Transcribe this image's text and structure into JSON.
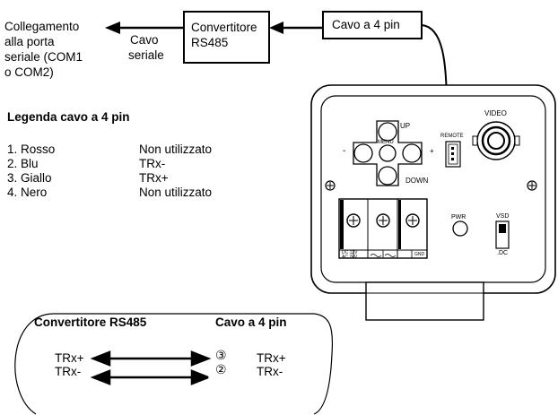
{
  "top": {
    "pc_link": [
      "Collegamento",
      "alla porta",
      "seriale (COM1",
      "o COM2)"
    ],
    "serial_cable": [
      "Cavo",
      "seriale"
    ],
    "converter": [
      "Convertitore",
      "RS485"
    ],
    "cable4pin": "Cavo a 4 pin"
  },
  "legend": {
    "title": "Legenda cavo a 4 pin",
    "rows": [
      {
        "wire": "1. Rosso",
        "signal": "Non utilizzato"
      },
      {
        "wire": "2. Blu",
        "signal": "TRx-"
      },
      {
        "wire": "3. Giallo",
        "signal": "TRx+"
      },
      {
        "wire": "4. Nero",
        "signal": "Non utilizzato"
      }
    ]
  },
  "camera": {
    "up": "UP",
    "down": "DOWN",
    "menu": "MENU",
    "minus": "-",
    "plus": "+",
    "remote": "REMOTE",
    "video": "VIDEO",
    "pwr": "PWR",
    "vsd": "VSD",
    "dc": ".DC",
    "terminal_power": [
      "DC 12V",
      "AC 24V"
    ],
    "terminal_gnd": "GND"
  },
  "wiring": {
    "left_title": "Convertitore RS485",
    "right_title": "Cavo a 4 pin",
    "left": [
      "TRx+",
      "TRx-"
    ],
    "pins": [
      "③",
      "②"
    ],
    "right": [
      "TRx+",
      "TRx-"
    ]
  }
}
